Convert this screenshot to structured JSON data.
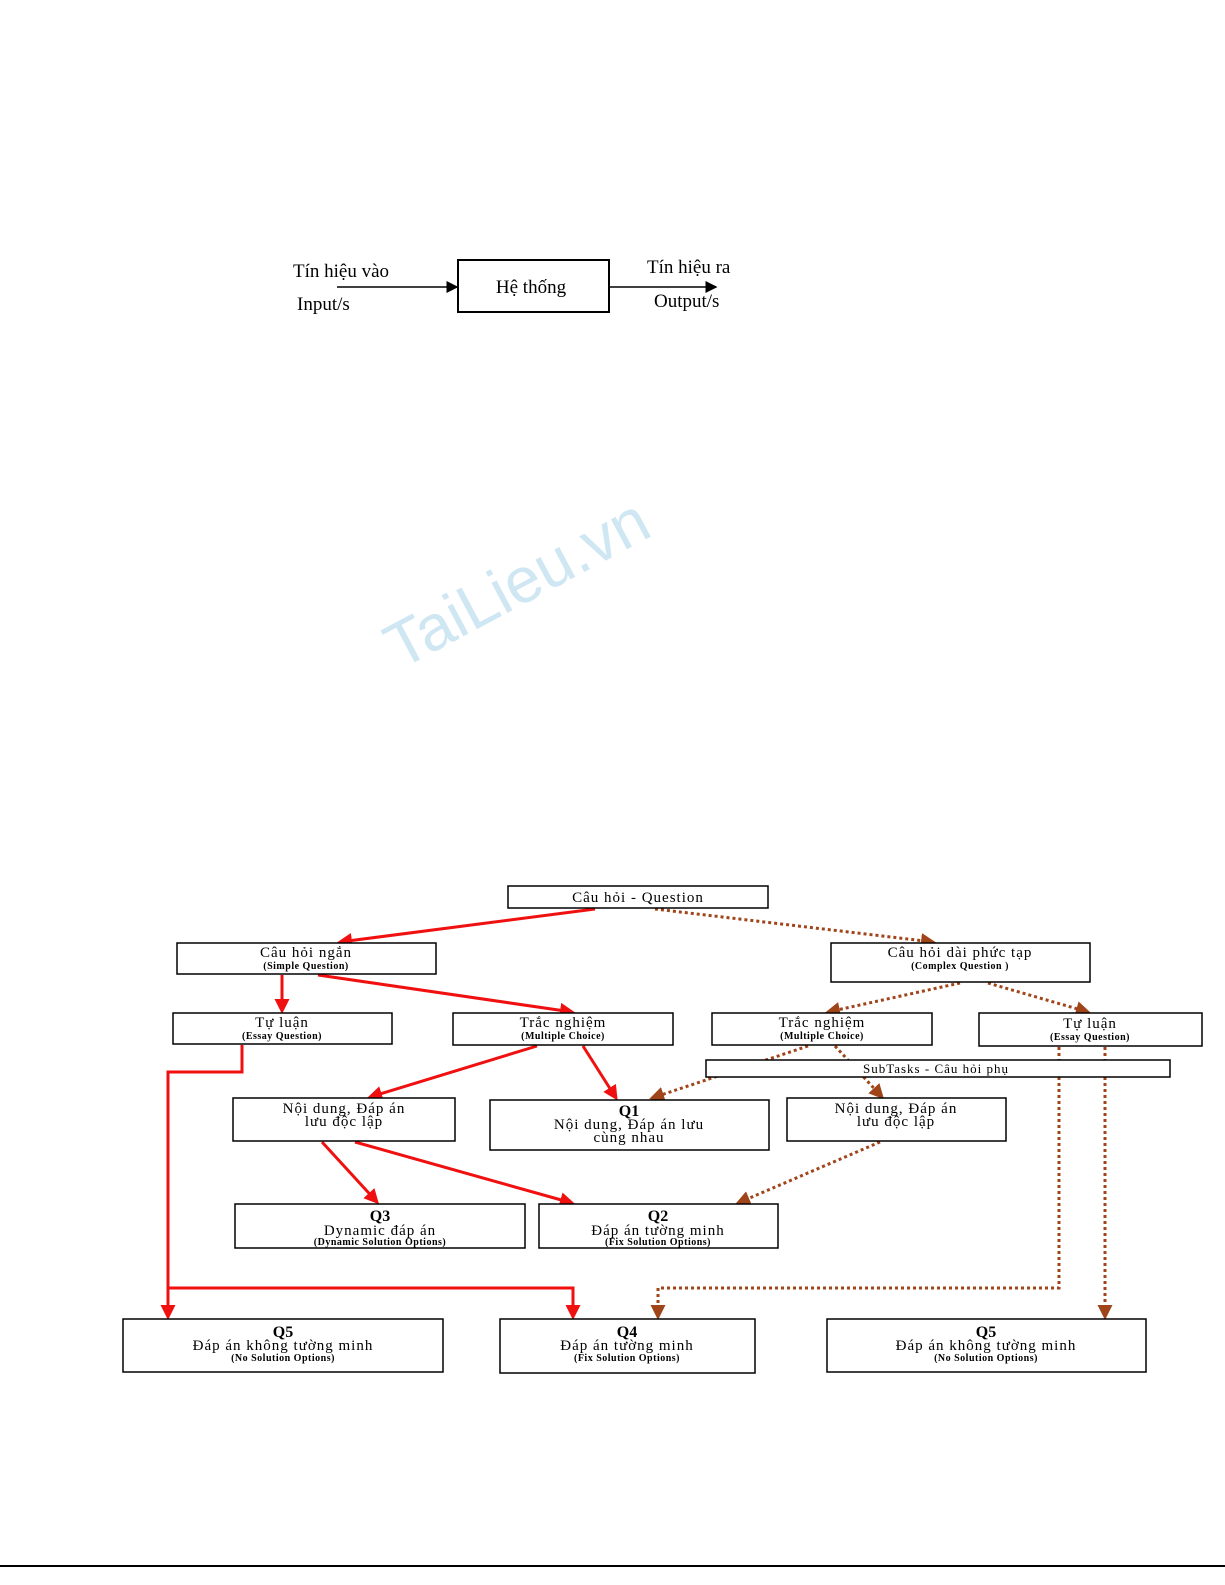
{
  "watermark": "TaiLieu.vn",
  "system_diagram": {
    "input_vi": "Tín hiệu vào",
    "input_en": "Input/s",
    "system": "Hệ thống",
    "output_vi": "Tín hiệu ra",
    "output_en": "Output/s"
  },
  "question_diagram": {
    "root": "Câu hỏi - Question",
    "simple": {
      "title": "Câu hỏi ngắn",
      "sub": "(Simple Question)"
    },
    "complex": {
      "title": "Câu hỏi dài phức tạp",
      "sub": "(Complex Question )"
    },
    "essay_left": {
      "title": "Tự luận",
      "sub": "(Essay Question)"
    },
    "mc_left": {
      "title": "Trắc nghiệm",
      "sub": "(Multiple Choice)"
    },
    "mc_right": {
      "title": "Trắc nghiệm",
      "sub": "(Multiple Choice)"
    },
    "essay_right": {
      "title": "Tự luận",
      "sub": "(Essay Question)"
    },
    "subtasks": "SubTasks - Câu hỏi phụ",
    "nd_left": {
      "line1": "Nội dung, Đáp án",
      "line2": "lưu độc lập"
    },
    "q1": {
      "id": "Q1",
      "line1": "Nội dung, Đáp án lưu",
      "line2": "cùng nhau"
    },
    "nd_right": {
      "line1": "Nội dung, Đáp án",
      "line2": "lưu độc lập"
    },
    "q3": {
      "id": "Q3",
      "line1": "Dynamic đáp án",
      "sub": "(Dynamic Solution Options)"
    },
    "q2": {
      "id": "Q2",
      "line1": "Đáp án tường minh",
      "sub": "(Fix Solution Options)"
    },
    "q5_left": {
      "id": "Q5",
      "line1": "Đáp án không tường minh",
      "sub": "(No Solution Options)"
    },
    "q4": {
      "id": "Q4",
      "line1": "Đáp án tường minh",
      "sub": "(Fix Solution Options)"
    },
    "q5_right": {
      "id": "Q5",
      "line1": "Đáp án không tường minh",
      "sub": "(No Solution Options)"
    }
  },
  "colors": {
    "solid_arrow": "#f01010",
    "dotted_arrow": "#a0451a",
    "watermark": "#cfe6f3"
  }
}
